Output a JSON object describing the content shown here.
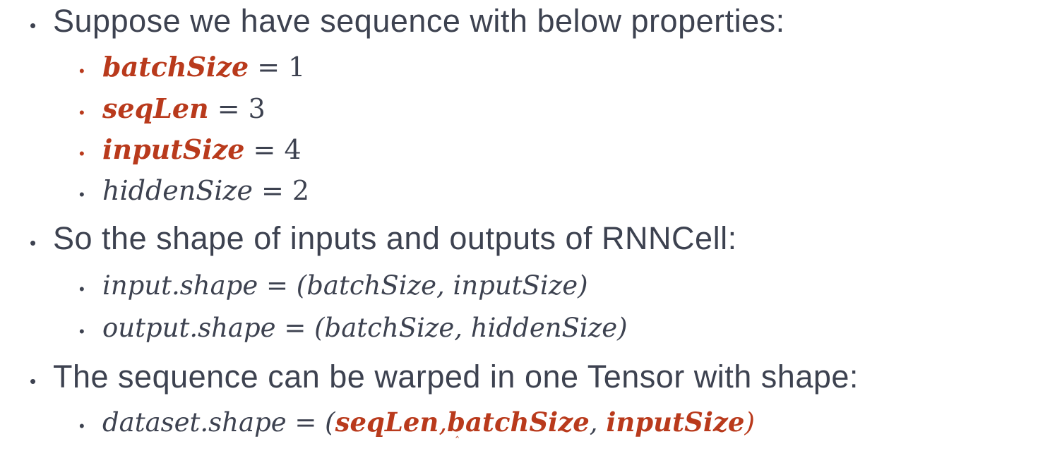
{
  "slide": {
    "colors": {
      "text": "#3d4250",
      "accent": "#b93a1c",
      "background": "#ffffff"
    },
    "bullet_marker": "•",
    "cursor_artifact": "‸",
    "bullet1": {
      "text": "Suppose we have sequence with below properties:",
      "items": [
        {
          "name": "batchSize",
          "eq": " = 1",
          "highlight": true
        },
        {
          "name": "seqLen",
          "eq": " = 3",
          "highlight": true
        },
        {
          "name": "inputSize",
          "eq": " = 4",
          "highlight": true
        },
        {
          "name": "hiddenSize",
          "eq": " = 2",
          "highlight": false
        }
      ]
    },
    "bullet2": {
      "text": "So the shape of inputs and outputs of RNNCell:",
      "items": [
        {
          "formula": "input.shape = (batchSize, inputSize)"
        },
        {
          "formula": "output.shape = (batchSize, hiddenSize)"
        }
      ]
    },
    "bullet3": {
      "text": "The sequence can be warped in one Tensor with shape:",
      "item": {
        "prefix": "dataset.shape = (",
        "arg1": "seqLen",
        "comma1": ",",
        "arg2": "batchSize",
        "comma2": ", ",
        "arg3": "inputSize",
        "close": ")"
      }
    }
  }
}
